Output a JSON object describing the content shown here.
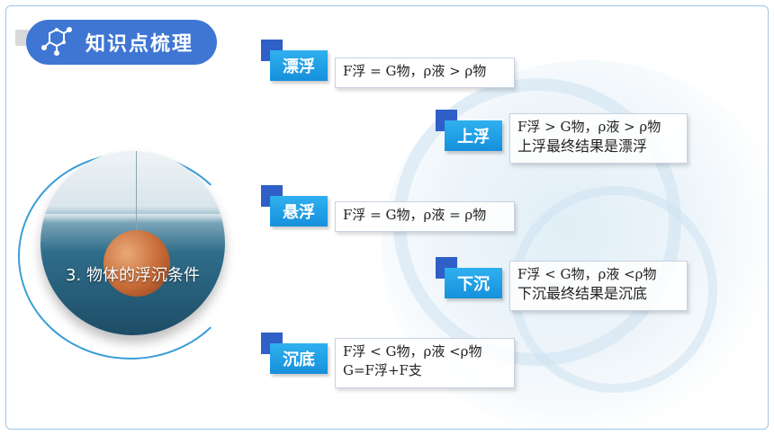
{
  "header": {
    "title": "知识点梳理",
    "icon": "molecule-icon"
  },
  "topic": {
    "caption": "3. 物体的浮沉条件"
  },
  "conditions": [
    {
      "label": "漂浮",
      "lines": [
        "F浮 = G物，ρ液 > ρ物"
      ]
    },
    {
      "label": "上浮",
      "lines": [
        "F浮 > G物，ρ液 > ρ物",
        "上浮最终结果是漂浮"
      ]
    },
    {
      "label": "悬浮",
      "lines": [
        "F浮 = G物，ρ液 = ρ物"
      ]
    },
    {
      "label": "下沉",
      "lines": [
        "F浮 < G物，ρ液 <ρ物",
        "下沉最终结果是沉底"
      ]
    },
    {
      "label": "沉底",
      "lines": [
        "F浮 < G物，ρ液 <ρ物",
        "G=F浮+F支"
      ]
    }
  ],
  "colors": {
    "accent": "#3f76d3",
    "tag": "#1690dc",
    "tag_square": "#2f5fc7"
  }
}
